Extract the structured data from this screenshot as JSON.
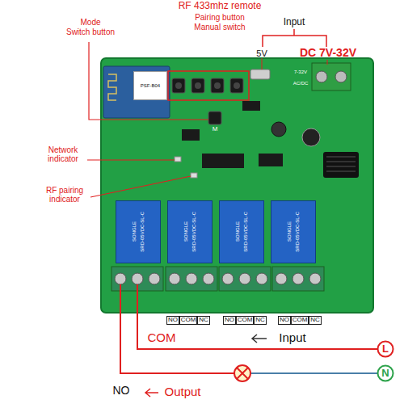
{
  "diagram": {
    "nodes": [
      {
        "text": [
          "PSF-B04"
        ]
      },
      {
        "text": [
          "SONGLE",
          "SRD-05VDC-SL-C"
        ]
      },
      {
        "text": [
          "SONGLE",
          "SRD-05VDC-SL-C"
        ]
      },
      {
        "text": [
          "SONGLE",
          "SRD-05VDC-SL-C"
        ]
      },
      {
        "text": [
          "SONGLE",
          "SRD-05VDC-SL-C"
        ]
      },
      {
        "text": [
          "L"
        ]
      },
      {
        "text": [
          "N"
        ]
      }
    ],
    "labels": [
      "RF 433mhz remote",
      "Pairing button",
      "Manual switch",
      "Mode",
      "Switch button",
      "Input",
      "5V",
      "DC 7V-32V",
      "Network indicator",
      "RF pairing indicator",
      "M",
      "7-32V",
      "AC/DC",
      "NO",
      "COM",
      "NC",
      "NO",
      "COM",
      "NC",
      "NO",
      "COM",
      "NC",
      "COM",
      "Input",
      "NO",
      "Output"
    ]
  }
}
